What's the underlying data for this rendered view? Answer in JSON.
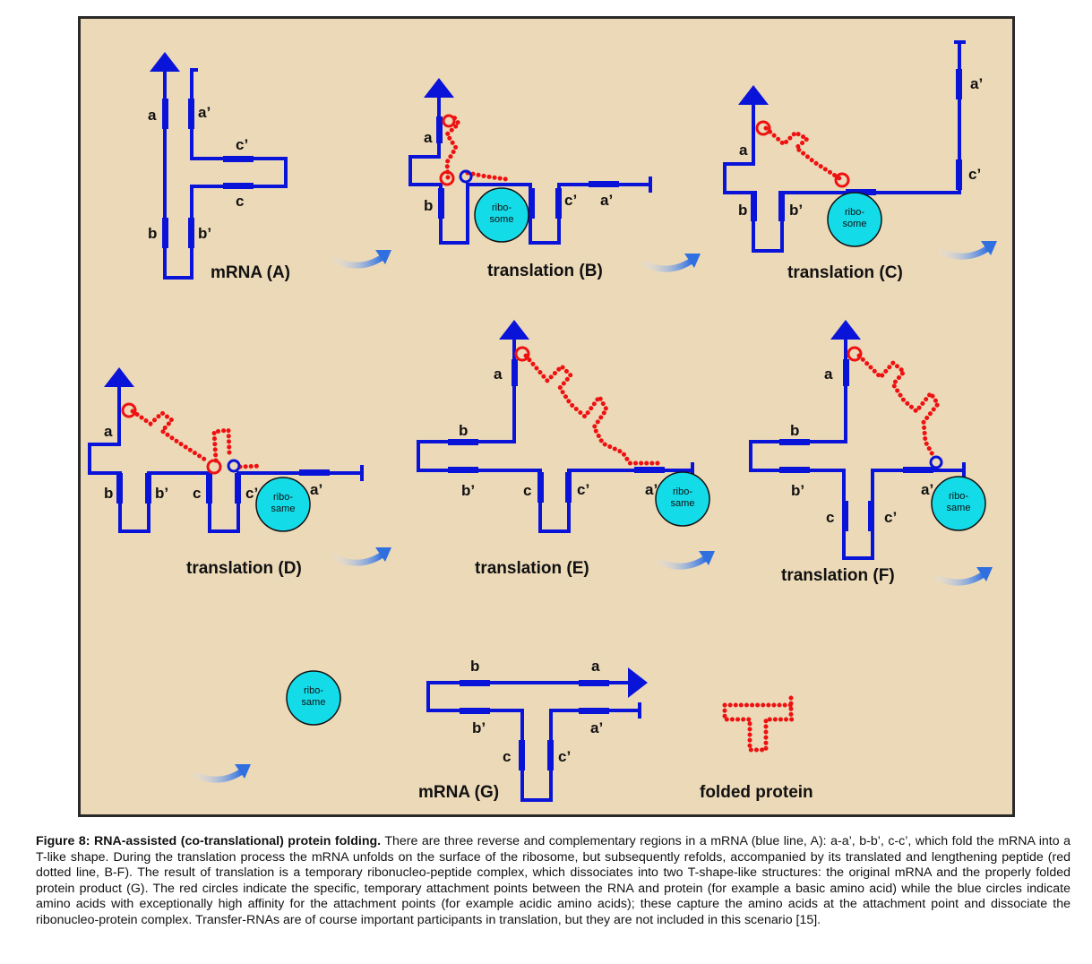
{
  "colors": {
    "background": "#ecd9b8",
    "mrna": "#0a14d8",
    "peptide": "#ee1111",
    "ribosome": "#14dbe8"
  },
  "panels": {
    "A": {
      "title": "mRNA  (A)",
      "labels": [
        "a",
        "a’",
        "c’",
        "c",
        "b",
        "b’"
      ]
    },
    "B": {
      "title": "translation (B)",
      "labels": [
        "a",
        "b",
        "c’",
        "a’"
      ],
      "ribosome": [
        "ribo-",
        "some"
      ]
    },
    "C": {
      "title": "translation (C)",
      "labels": [
        "a",
        "b",
        "b’",
        "a’",
        "c’"
      ],
      "ribosome": [
        "ribo-",
        "some"
      ]
    },
    "D": {
      "title": "translation (D)",
      "labels": [
        "a",
        "b",
        "b’",
        "c",
        "c’",
        "a’"
      ],
      "ribosome": [
        "ribo-",
        "same"
      ]
    },
    "E": {
      "title": "translation (E)",
      "labels": [
        "a",
        "b",
        "b’",
        "c",
        "c’",
        "a’"
      ],
      "ribosome": [
        "ribo-",
        "same"
      ]
    },
    "F": {
      "title": "translation (F)",
      "labels": [
        "a",
        "b",
        "b’",
        "a’",
        "c",
        "c’"
      ],
      "ribosome": [
        "ribo-",
        "same"
      ]
    },
    "G": {
      "title": "mRNA  (G)",
      "labels": [
        "b",
        "a",
        "b’",
        "a’",
        "c",
        "c’"
      ],
      "ribosome": [
        "ribo-",
        "same"
      ],
      "protein_label": "folded protein"
    }
  },
  "caption": {
    "heading": "Figure 8: RNA-assisted (co-translational) protein folding.",
    "body": " There are three reverse and complementary regions in a mRNA (blue line, A): a-a’, b-b’, c-c’, which fold the mRNA into a T-like shape. During the translation process the mRNA unfolds on the surface of the ribosome, but subsequently refolds, accompanied by its translated and lengthening peptide (red dotted line, B-F). The result of translation is a temporary ribonucleo-peptide complex, which dissociates into two T-shape-like structures: the original mRNA and the properly folded protein product (G). The red circles indicate the specific, temporary attachment points between the RNA and protein (for example a basic amino acid) while the blue circles indicate amino acids with exceptionally high affinity for the attachment points (for example acidic amino acids); these capture the amino acids at the attachment point and dissociate the ribonucleo-protein complex. Transfer-RNAs are of course important participants in translation, but they are not included in this scenario [15]."
  }
}
